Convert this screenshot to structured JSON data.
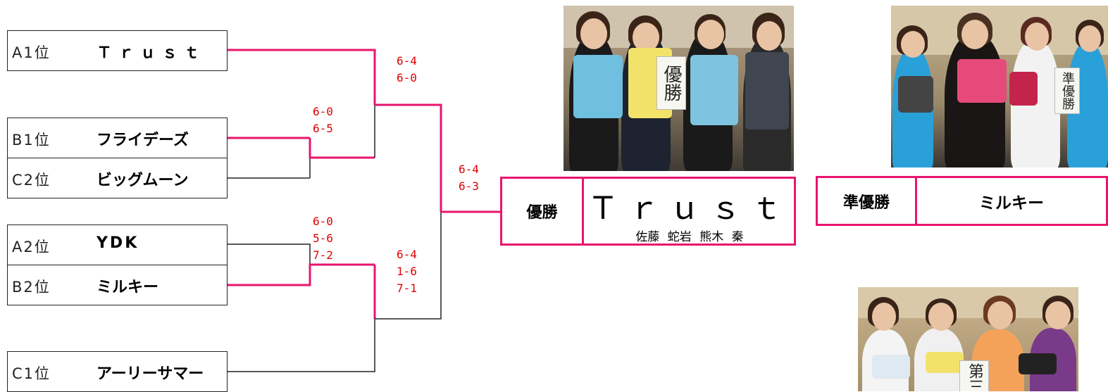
{
  "teams": [
    {
      "rank": "A1位",
      "name": "Ｔｒｕｓｔ"
    },
    {
      "rank": "B1位",
      "name": "フライデーズ"
    },
    {
      "rank": "C2位",
      "name": "ビッグムーン"
    },
    {
      "rank": "A2位",
      "name": "YDK"
    },
    {
      "rank": "B2位",
      "name": "ミルキー"
    },
    {
      "rank": "C1位",
      "name": "アーリーサマー"
    }
  ],
  "scores": {
    "b1_vs_c2": [
      "6-0",
      "6-5"
    ],
    "a2_vs_b2": [
      "6-0",
      "5-6",
      "7-2"
    ],
    "a1_vs_friday": [
      "6-4",
      "6-0"
    ],
    "milky_vs_c1": [
      "6-4",
      "1-6",
      "7-1"
    ],
    "final": [
      "6-4",
      "6-3"
    ]
  },
  "winner": {
    "label": "優勝",
    "team": "Ｔｒｕｓｔ",
    "members": "佐藤 蛇岩 熊木 秦"
  },
  "runner_up": {
    "label": "準優勝",
    "team": "ミルキー"
  },
  "photo_signs": {
    "winner": "優勝",
    "runner_up": "準優勝",
    "third": "第三位"
  },
  "colors": {
    "accent": "#e8156e",
    "score": "#e00000",
    "line": "#222222"
  }
}
